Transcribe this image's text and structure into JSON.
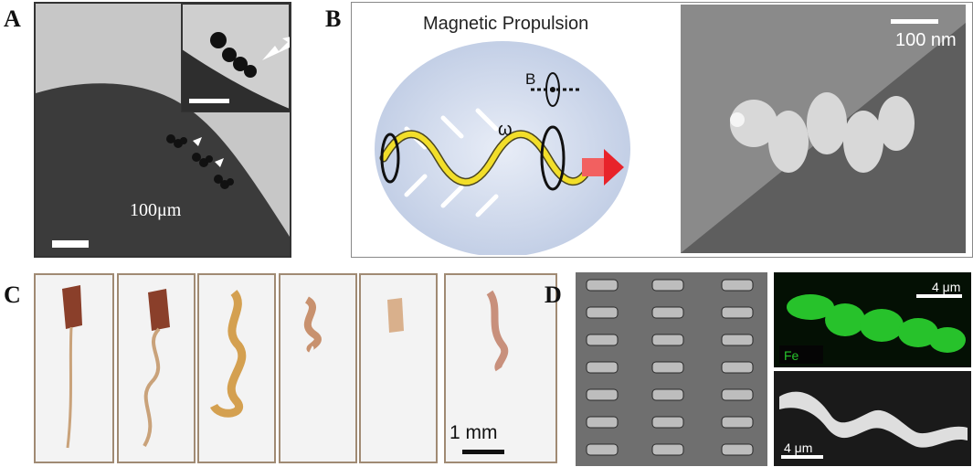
{
  "panels": {
    "a": {
      "letter": "A",
      "scale_label": "100μm"
    },
    "b": {
      "letter": "B",
      "title": "Magnetic Propulsion",
      "field_label": "B",
      "omega_label": "ω",
      "scale_label": "100 nm"
    },
    "c": {
      "letter": "C",
      "scale_label": "1 mm"
    },
    "d": {
      "letter": "D",
      "fluor_scale_label": "4 μm",
      "element_label": "Fe",
      "sem_scale_label": "4 μm"
    }
  }
}
